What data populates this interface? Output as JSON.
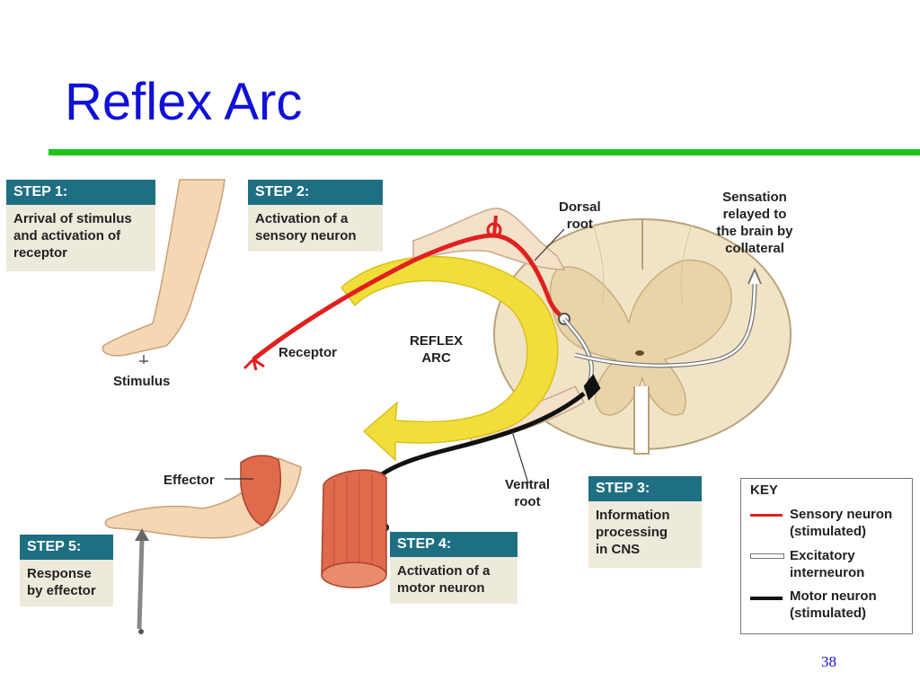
{
  "slide": {
    "title": "Reflex Arc",
    "page_number": "38"
  },
  "steps": {
    "step1": {
      "header": "STEP 1:",
      "body": [
        "Arrival of stimulus",
        "and activation of",
        "receptor"
      ]
    },
    "step2": {
      "header": "STEP 2:",
      "body": [
        "Activation of a",
        "sensory neuron"
      ]
    },
    "step3": {
      "header": "STEP 3:",
      "body": [
        "Information",
        "processing",
        "in CNS"
      ]
    },
    "step4": {
      "header": "STEP 4:",
      "body": [
        "Activation of a",
        "motor neuron"
      ]
    },
    "step5": {
      "header": "STEP 5:",
      "body": [
        "Response",
        "by effector"
      ]
    }
  },
  "labels": {
    "dorsal_root": [
      "Dorsal",
      "root"
    ],
    "ventral_root": [
      "Ventral",
      "root"
    ],
    "sensation": [
      "Sensation",
      "relayed to",
      "the brain by",
      "collateral"
    ],
    "receptor": "Receptor",
    "reflex_arc": [
      "REFLEX",
      "ARC"
    ],
    "stimulus": "Stimulus",
    "effector": "Effector"
  },
  "key": {
    "title": "KEY",
    "items": [
      {
        "lines": [
          "Sensory neuron",
          "(stimulated)"
        ],
        "color": "#e02020"
      },
      {
        "lines": [
          "Excitatory",
          "interneuron"
        ],
        "color": "#ffffff"
      },
      {
        "lines": [
          "Motor neuron",
          "(stimulated)"
        ],
        "color": "#111111"
      }
    ]
  },
  "colors": {
    "title": "#1010d8",
    "rule": "#19c619",
    "step_header": "#1f6f82",
    "step_body_bg": "#eeeadb",
    "sensory": "#e02020",
    "motor": "#111111",
    "arrow": "#f2de3a",
    "spinal_cord": "#f1e4c6",
    "skin": "#f6d7b3",
    "muscle": "#e06a4c"
  }
}
